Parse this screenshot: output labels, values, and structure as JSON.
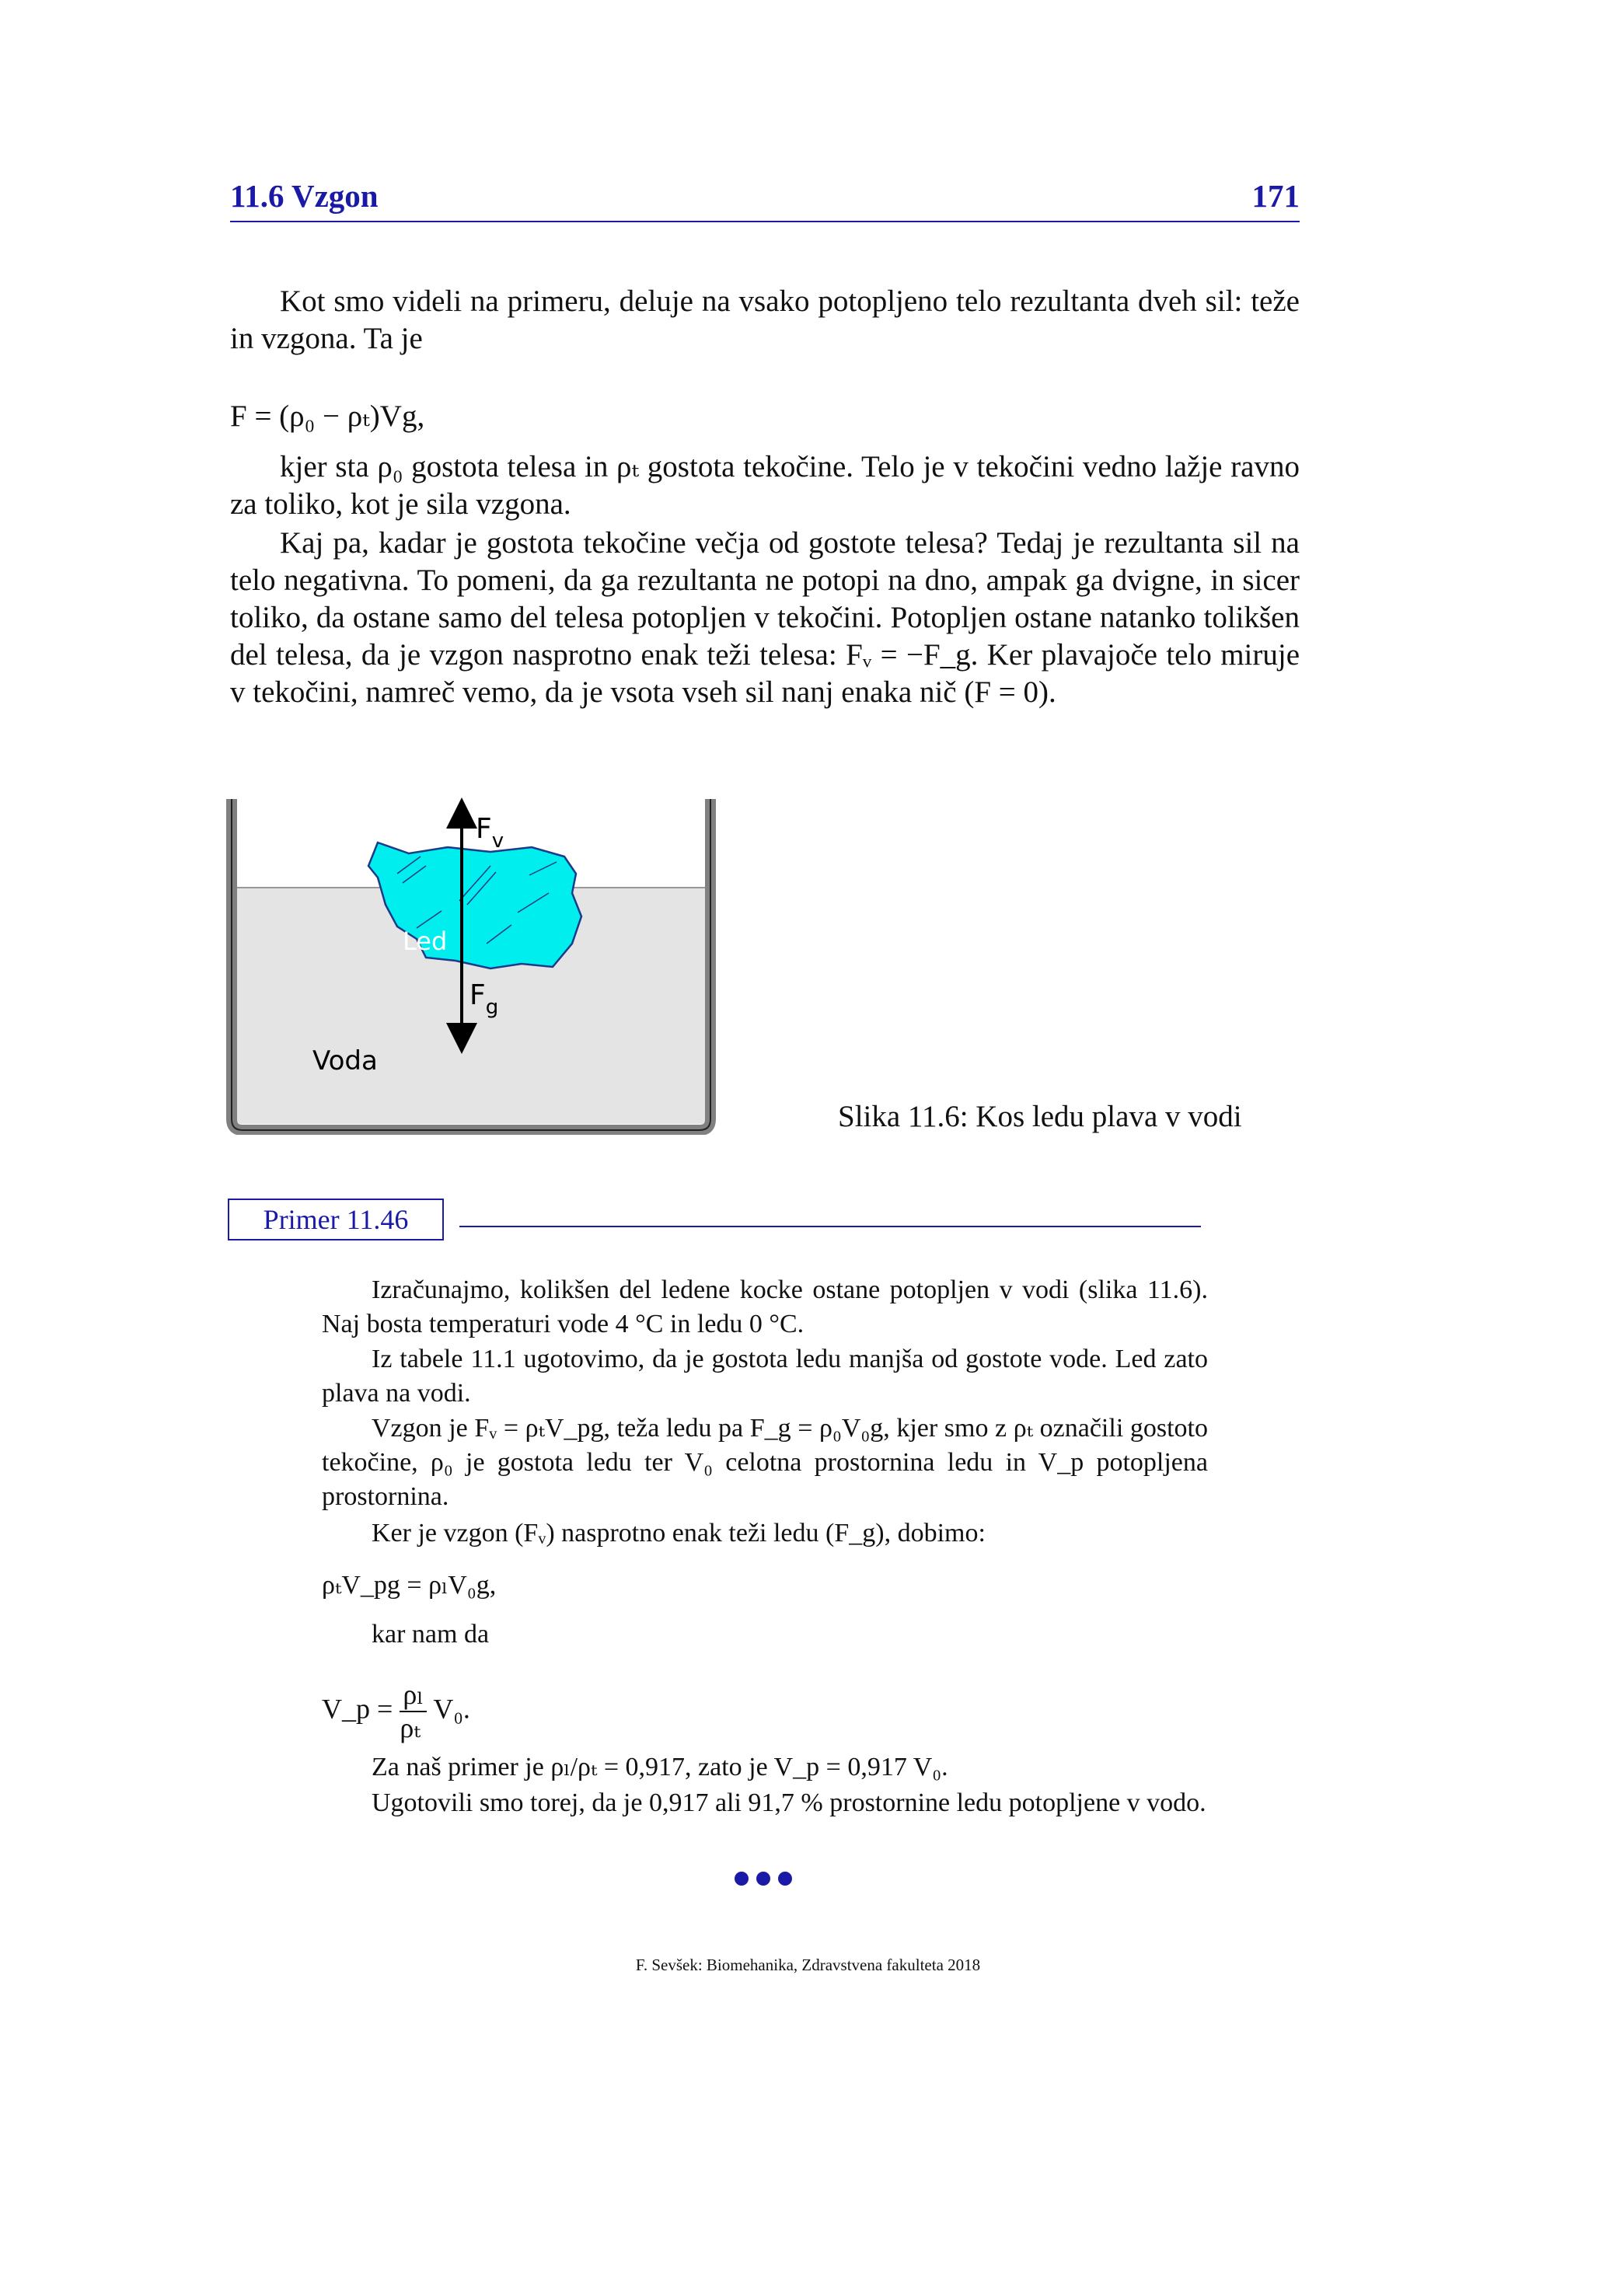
{
  "header": {
    "section": "11.6 Vzgon",
    "page_number": "171"
  },
  "intro": {
    "p1": "Kot smo videli na primeru, deluje na vsako potopljeno telo rezultanta dveh sil: teže in vzgona. Ta je",
    "eq1": "F = (ρ₀ − ρₜ)Vg,",
    "p2": "kjer sta ρ₀ gostota telesa in ρₜ gostota tekočine. Telo je v tekočini vedno lažje ravno za toliko, kot je sila vzgona.",
    "p3": "Kaj pa, kadar je gostota tekočine večja od gostote telesa? Tedaj je rezultanta sil na telo negativna. To pomeni, da ga rezultanta ne potopi na dno, ampak ga dvigne, in sicer toliko, da ostane samo del telesa potopljen v tekočini. Potopljen ostane natanko tolikšen del telesa, da je vzgon nasprotno enak teži telesa: Fᵥ = −F_g. Ker plavajoče telo miruje v tekočini, namreč vemo, da je vsota vseh sil nanj enaka nič (F = 0)."
  },
  "figure": {
    "label_fv": "F",
    "label_fv_sub": "v",
    "label_fg": "F",
    "label_fg_sub": "g",
    "label_ice": "Led",
    "label_water": "Voda",
    "caption": "Slika 11.6: Kos ledu plava v vodi",
    "colors": {
      "ice": "#00eeee",
      "water": "#e4e4e4",
      "container": "#808080"
    }
  },
  "example": {
    "title": "Primer 11.46",
    "p1": "Izračunajmo, kolikšen del ledene kocke ostane potopljen v vodi (slika 11.6). Naj bosta temperaturi vode 4 °C in ledu 0 °C.",
    "p2": "Iz tabele 11.1 ugotovimo, da je gostota ledu manjša od gostote vode. Led zato plava na vodi.",
    "p3": "Vzgon je Fᵥ = ρₜV_pg, teža ledu pa F_g = ρ₀V₀g, kjer smo z ρₜ označili gostoto tekočine, ρ₀ je gostota ledu ter V₀ celotna prostornina ledu in V_p potopljena prostornina.",
    "p4": "Ker je vzgon (Fᵥ) nasprotno enak teži ledu (F_g), dobimo:",
    "eq2": "ρₜV_pg = ρₗV₀g,",
    "p5": "kar nam da",
    "eq3_lhs": "V_p =",
    "eq3_num": "ρₗ",
    "eq3_den": "ρₜ",
    "eq3_rhs": "V₀.",
    "p6": "Za naš primer je ρₗ/ρₜ = 0,917, zato je V_p = 0,917 V₀.",
    "p7": "Ugotovili smo torej, da je 0,917 ali 91,7 % prostornine ledu potopljene v vodo."
  },
  "footer": "F. Sevšek: Biomehanika, Zdravstvena fakulteta 2018"
}
